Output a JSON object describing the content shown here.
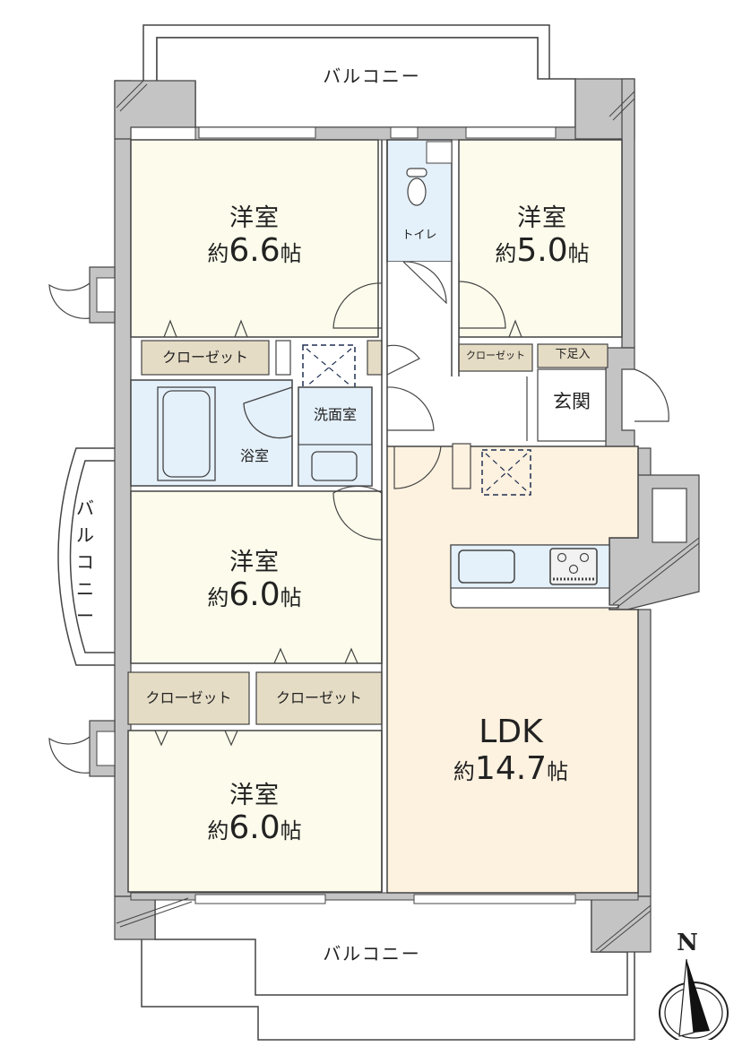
{
  "title": "Floor plan 4LDK",
  "colors": {
    "wall": "#c4c4c4",
    "wall_line": "#444444",
    "western_room": "#fdfcec",
    "ldk": "#fdf1df",
    "wet_area": "#e4f0fa",
    "closet": "#e5dcc5",
    "hallway": "#ffffff",
    "balcony": "#ffffff"
  },
  "rooms": {
    "bedroom_nw": {
      "name": "洋室",
      "prefix": "約",
      "size": "6.6",
      "unit": "帖"
    },
    "bedroom_ne": {
      "name": "洋室",
      "prefix": "約",
      "size": "5.0",
      "unit": "帖"
    },
    "bedroom_w_mid": {
      "name": "洋室",
      "prefix": "約",
      "size": "6.0",
      "unit": "帖"
    },
    "bedroom_sw": {
      "name": "洋室",
      "prefix": "約",
      "size": "6.0",
      "unit": "帖"
    },
    "ldk": {
      "name": "LDK",
      "prefix": "約",
      "size": "14.7",
      "unit": "帖"
    },
    "toilet": {
      "name": "トイレ"
    },
    "washroom": {
      "name": "洗面室"
    },
    "bathroom": {
      "name": "浴室"
    },
    "entrance": {
      "name": "玄関"
    },
    "shoe_storage": {
      "name": "下足入"
    }
  },
  "closets": [
    {
      "id": "closet-nw",
      "label": "クローゼット"
    },
    {
      "id": "closet-ne",
      "label": "クローゼット"
    },
    {
      "id": "closet-sw-left",
      "label": "クローゼット"
    },
    {
      "id": "closet-sw-right",
      "label": "クローゼット"
    }
  ],
  "balconies": {
    "north": "バルコニー",
    "west": "バルコニー",
    "south": "バルコニー"
  },
  "compass": {
    "label": "N"
  }
}
